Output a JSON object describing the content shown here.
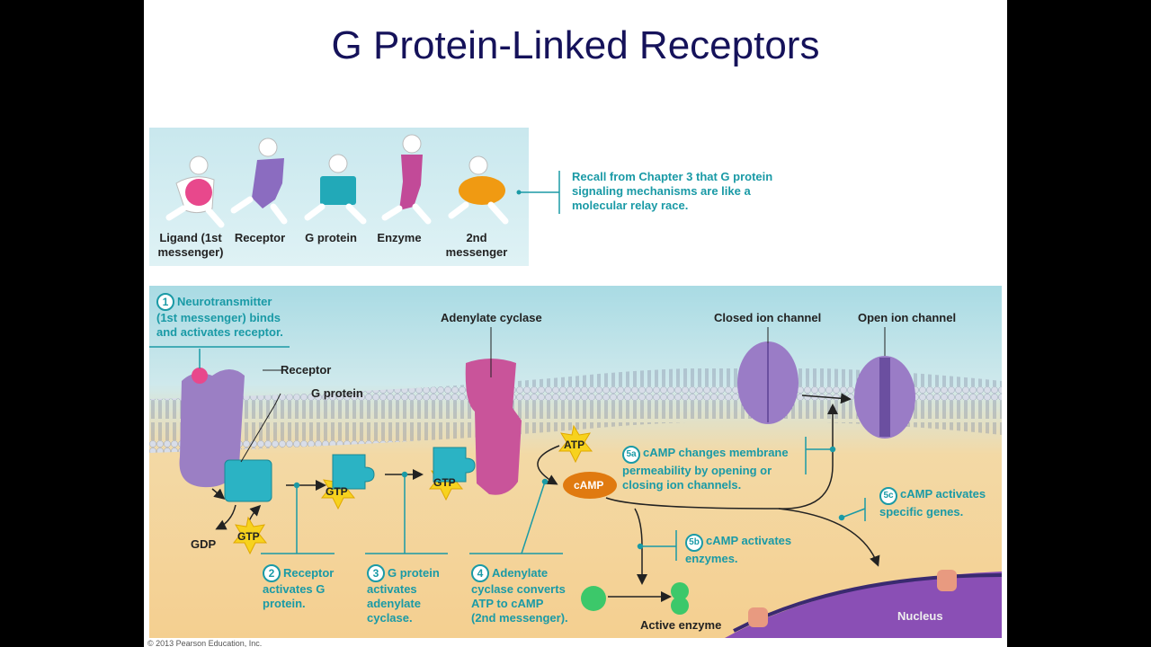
{
  "title": "G Protein-Linked Receptors",
  "relay_race": {
    "labels": [
      {
        "text1": "Ligand (1st",
        "text2": "messenger)"
      },
      {
        "text1": "Receptor",
        "text2": ""
      },
      {
        "text1": "G protein",
        "text2": ""
      },
      {
        "text1": "Enzyme",
        "text2": ""
      },
      {
        "text1": "2nd",
        "text2": "messenger"
      }
    ],
    "recall_note": [
      "Recall from Chapter 3 that G protein",
      "signaling mechanisms are like a",
      "molecular relay race."
    ]
  },
  "diagram": {
    "labels": {
      "receptor": "Receptor",
      "g_protein": "G protein",
      "adenylate_cyclase": "Adenylate cyclase",
      "closed_ion_channel": "Closed ion channel",
      "open_ion_channel": "Open ion channel",
      "gdp": "GDP",
      "gtp": "GTP",
      "atp": "ATP",
      "camp": "cAMP",
      "active_enzyme": "Active enzyme",
      "nucleus": "Nucleus"
    },
    "steps": [
      {
        "num": "1",
        "lines": [
          "Neurotransmitter",
          "(1st messenger) binds",
          "and activates receptor."
        ]
      },
      {
        "num": "2",
        "lines": [
          "Receptor",
          "activates G",
          "protein."
        ]
      },
      {
        "num": "3",
        "lines": [
          "G protein",
          "activates",
          "adenylate",
          "cyclase."
        ]
      },
      {
        "num": "4",
        "lines": [
          "Adenylate",
          "cyclase converts",
          "ATP to cAMP",
          "(2nd messenger)."
        ]
      },
      {
        "num": "5a",
        "lines": [
          "cAMP changes membrane",
          "permeability by opening or",
          "closing ion channels."
        ]
      },
      {
        "num": "5b",
        "lines": [
          "cAMP activates",
          "enzymes."
        ]
      },
      {
        "num": "5c",
        "lines": [
          "cAMP activates",
          "specific genes."
        ]
      }
    ],
    "colors": {
      "receptor": "#9b7fc4",
      "g_protein": "#2bb3c4",
      "adenylate_cyclase": "#c9549a",
      "ion_channel": "#9a7cc6",
      "gtp_star": "#f7d21e",
      "camp": "#e07a10",
      "enzyme": "#3cc86a",
      "nucleus": "#8a4fb5",
      "step_text": "#1a9aa6"
    }
  },
  "copyright": "© 2013 Pearson Education, Inc."
}
